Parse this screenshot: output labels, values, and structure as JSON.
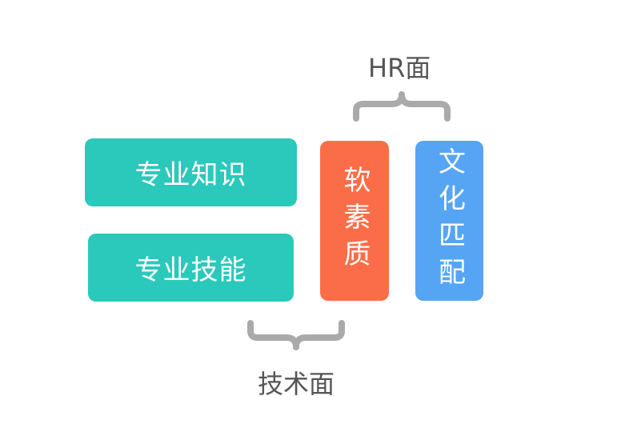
{
  "boxes": {
    "professional_knowledge": "专业知识",
    "professional_skills": "专业技能",
    "soft_skills": "软素质",
    "culture_fit": "文化匹配"
  },
  "groups": {
    "hr_side": "HR面",
    "technical_side": "技术面"
  },
  "colors": {
    "teal": "#2ac9bb",
    "orange": "#fb6d48",
    "blue": "#56a5f5",
    "brace": "#aaaaaa",
    "label_text": "#555555"
  }
}
